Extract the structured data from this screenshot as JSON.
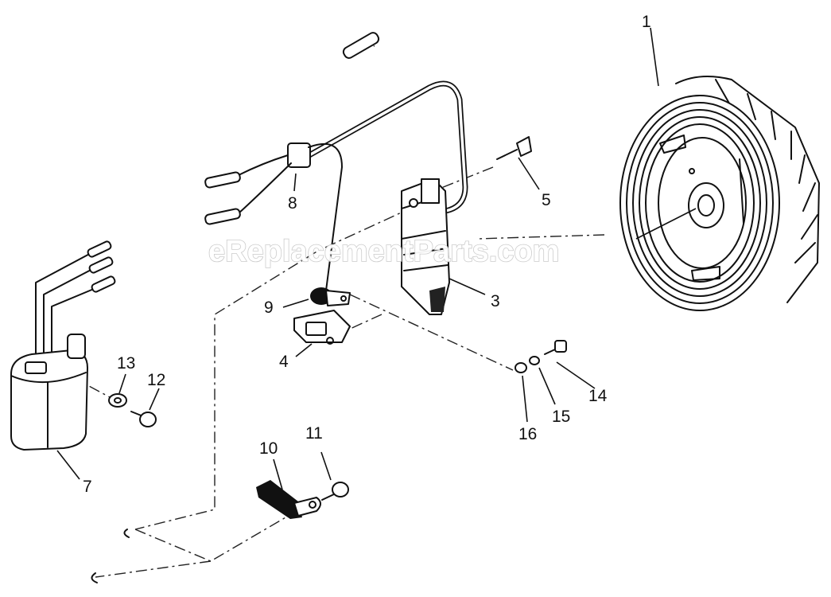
{
  "watermark": "eReplacementParts.com",
  "callouts": {
    "c1": "1",
    "c3": "3",
    "c4": "4",
    "c5": "5",
    "c7": "7",
    "c8": "8",
    "c9": "9",
    "c10": "10",
    "c11": "11",
    "c12": "12",
    "c13": "13",
    "c14": "14",
    "c15": "15",
    "c16": "16"
  }
}
